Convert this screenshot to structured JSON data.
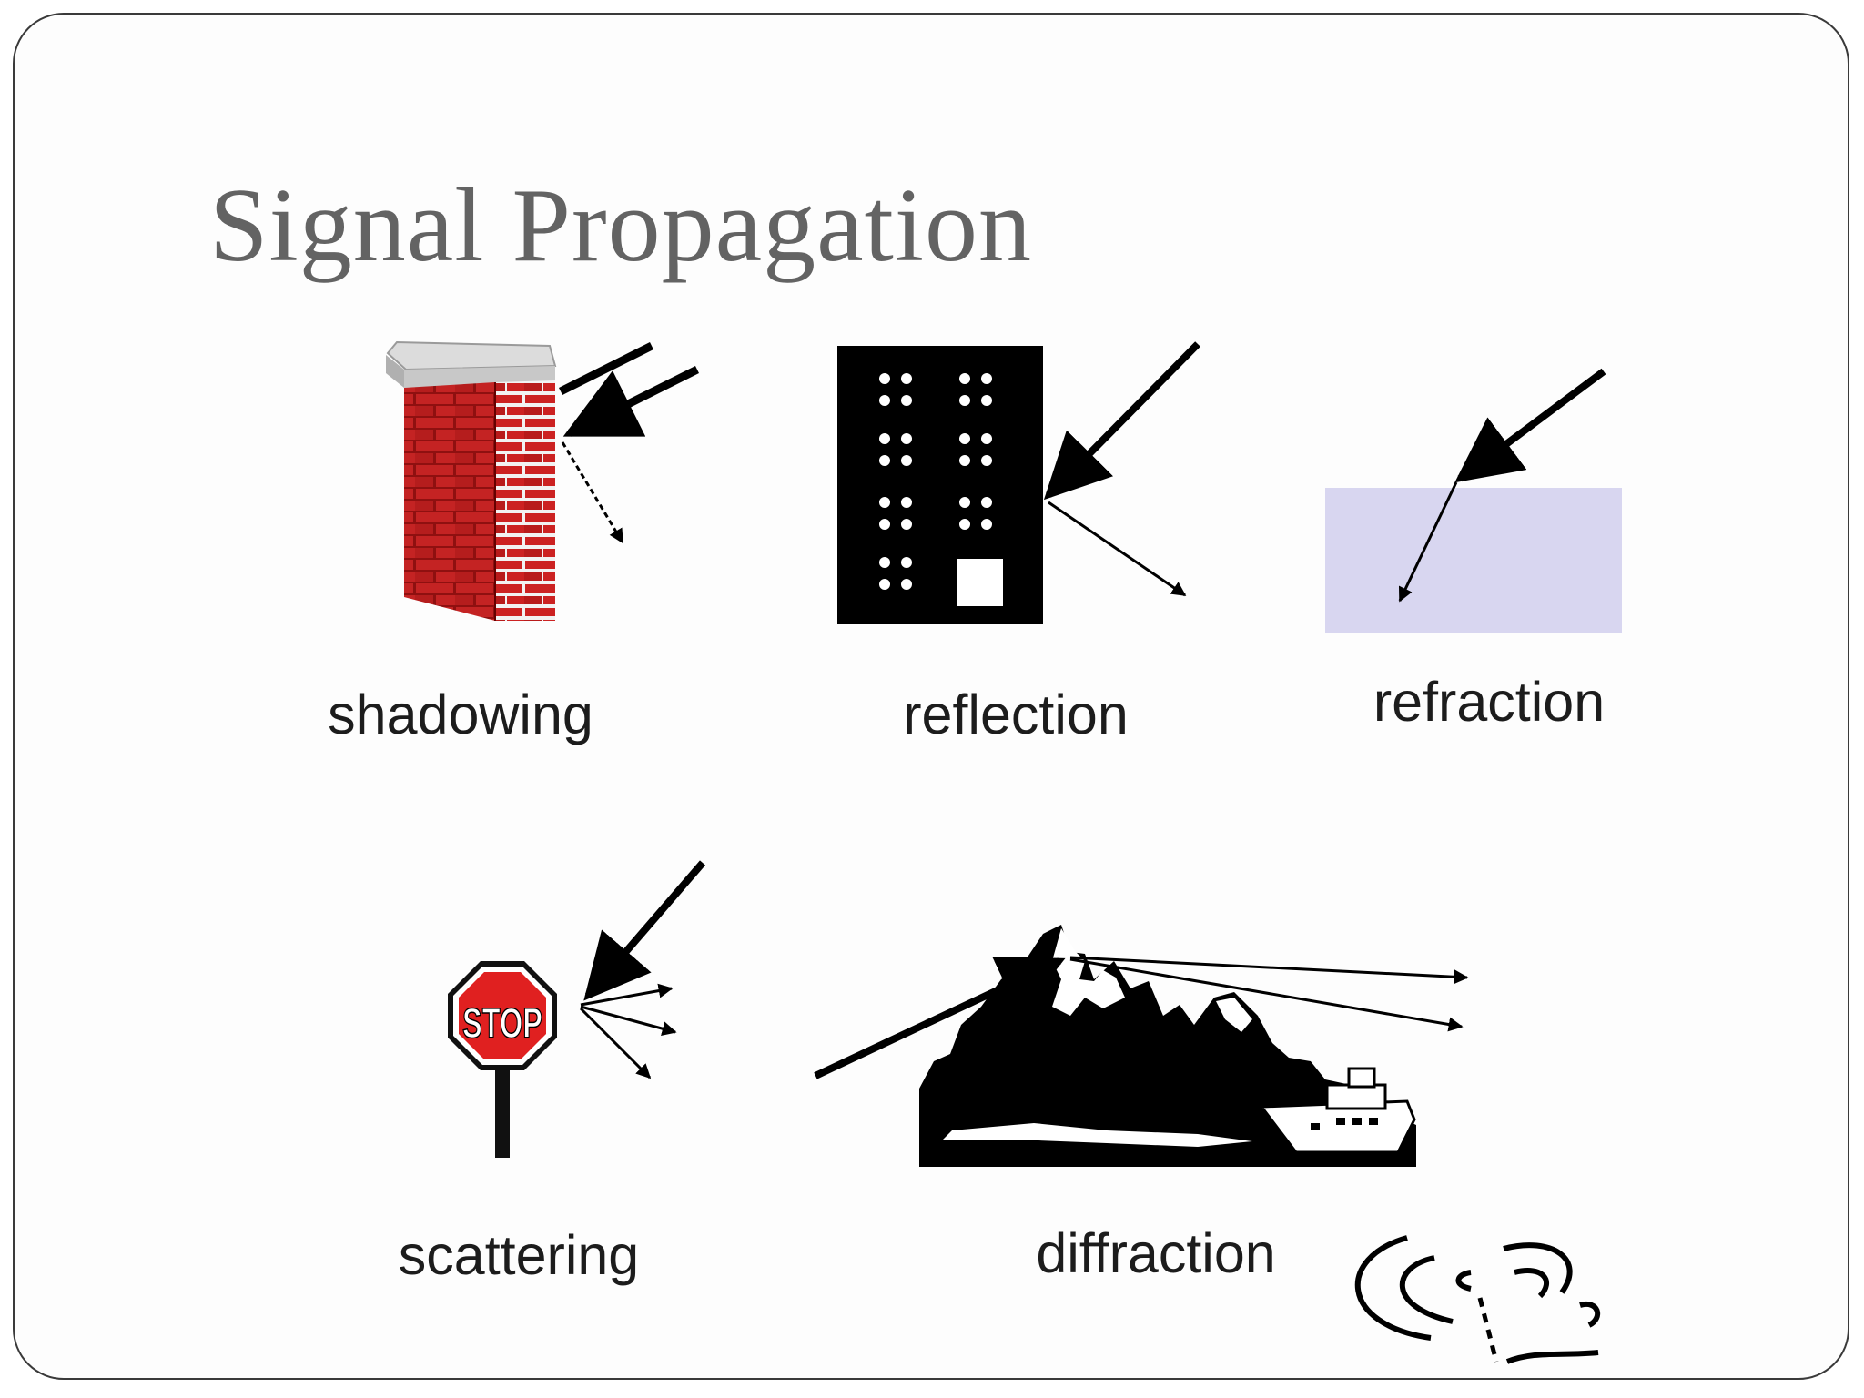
{
  "slide": {
    "title": "Signal Propagation",
    "stop_sign_text": "STOP"
  },
  "panels": [
    {
      "id": "shadowing",
      "label": "shadowing",
      "icon": "brick-wall-icon"
    },
    {
      "id": "reflection",
      "label": "reflection",
      "icon": "building-icon"
    },
    {
      "id": "refraction",
      "label": "refraction",
      "icon": "medium-block-icon"
    },
    {
      "id": "scattering",
      "label": "scattering",
      "icon": "stop-sign-icon"
    },
    {
      "id": "diffraction",
      "label": "diffraction",
      "icon": "mountain-icon"
    }
  ],
  "colors": {
    "title": "#636363",
    "brick": "#b01c1c",
    "wall_cap": "#d9d9d9",
    "stop_sign": "#e02020",
    "refraction_medium": "#d8d6f0",
    "ink": "#000000"
  }
}
